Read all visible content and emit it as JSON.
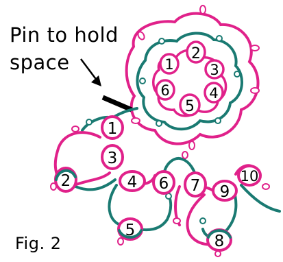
{
  "caption": {
    "pin_line1": "Pin to hold",
    "pin_line2": "space",
    "figure_label": "Fig. 2"
  },
  "colors": {
    "pink": "#e0218a",
    "teal": "#1a7a72",
    "black": "#000000"
  },
  "flower_rings": {
    "inner": [
      "1",
      "2",
      "3",
      "4",
      "5",
      "6"
    ]
  },
  "chain_rings": [
    "1",
    "3",
    "2",
    "4",
    "6",
    "7",
    "9",
    "10",
    "5",
    "8"
  ]
}
